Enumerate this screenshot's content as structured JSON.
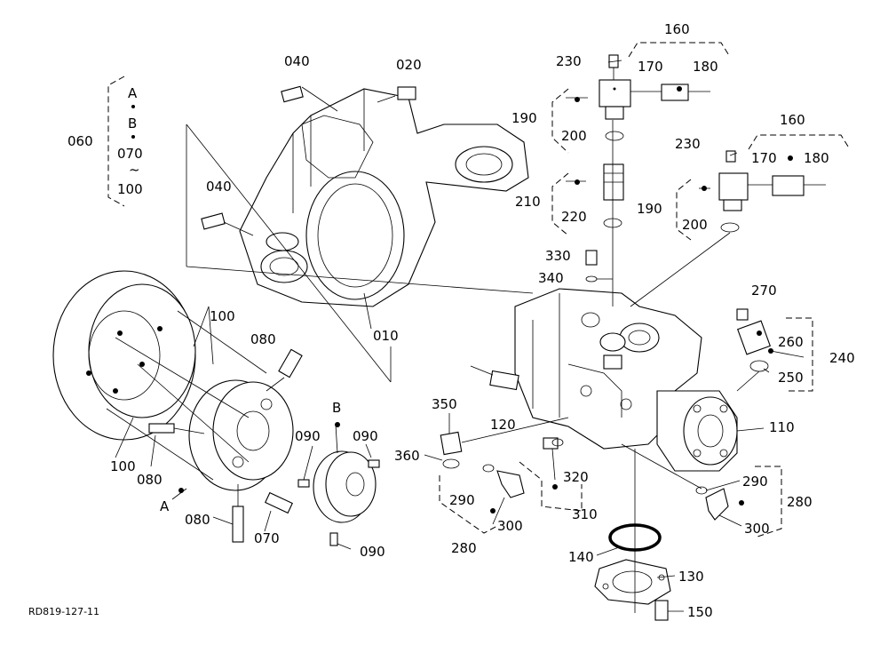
{
  "labels": {
    "l160a": "160",
    "l230a": "230",
    "l170a": "170",
    "l180a": "180",
    "l190a": "190",
    "l200a": "200",
    "l210": "210",
    "l220": "220",
    "l160b": "160",
    "l230b": "230",
    "l170b": "170",
    "l180b": "180",
    "l190b": "190",
    "l200b": "200",
    "l040a": "040",
    "l020": "020",
    "l040b": "040",
    "lA1": "A",
    "lB1": "B",
    "l070a": "070",
    "lTilde": "~",
    "l100a": "100",
    "l060": "060",
    "l010": "010",
    "l330": "330",
    "l340": "340",
    "l270": "270",
    "l260": "260",
    "l240": "240",
    "l250": "250",
    "l110": "110",
    "l120": "120",
    "l100b": "100",
    "l080a": "080",
    "l100c": "100",
    "l080b": "080",
    "lA2": "A",
    "l080c": "080",
    "l070b": "070",
    "l090a": "090",
    "lB2": "B",
    "l090b": "090",
    "l090c": "090",
    "l350": "350",
    "l360": "360",
    "l290a": "290",
    "l300a": "300",
    "l280a": "280",
    "l320": "320",
    "l310": "310",
    "l140": "140",
    "l130": "130",
    "l150": "150",
    "l290b": "290",
    "l280b": "280",
    "l300b": "300"
  },
  "drawing_code": "RD819-127-11"
}
